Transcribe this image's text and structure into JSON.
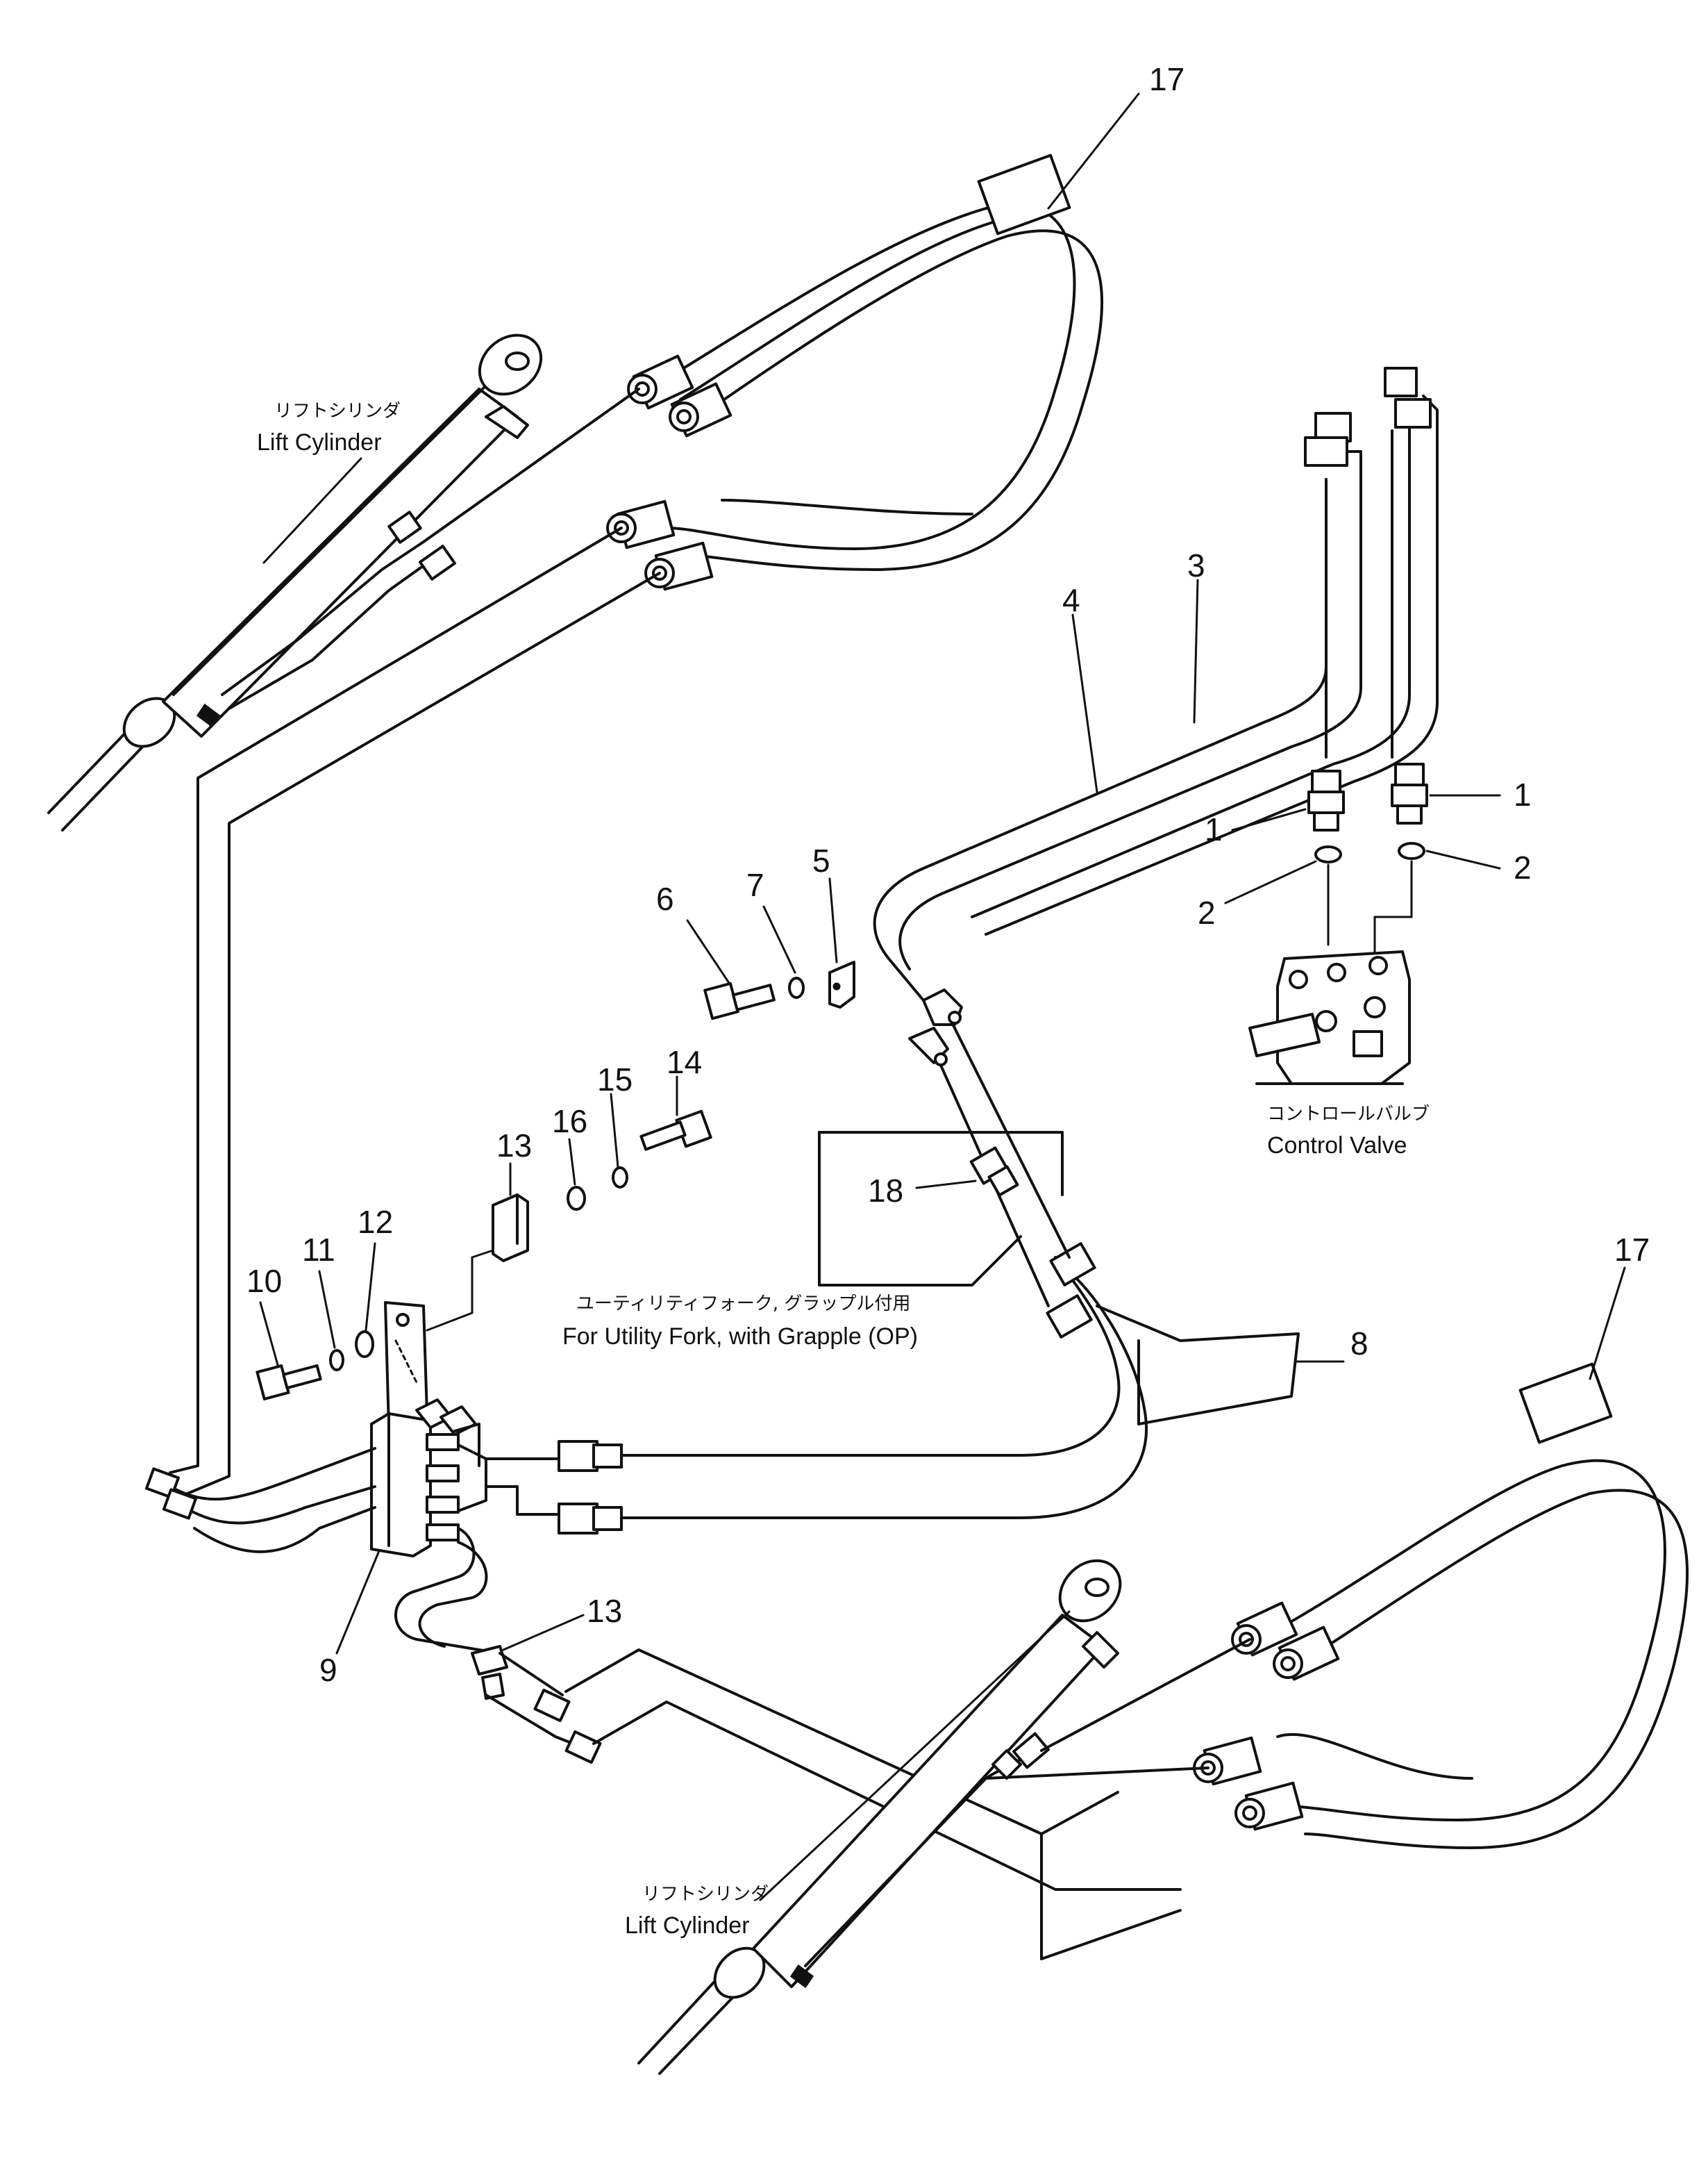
{
  "diagram": {
    "labels": {
      "lift_cylinder_top_jp": "リフトシリンダ",
      "lift_cylinder_top_en": "Lift Cylinder",
      "lift_cylinder_bottom_jp": "リフトシリンダ",
      "lift_cylinder_bottom_en": "Lift Cylinder",
      "control_valve_jp": "コントロールバルブ",
      "control_valve_en": "Control Valve",
      "utility_note_jp": "ユーティリティフォーク, グラップル付用",
      "utility_note_en": "For Utility Fork, with Grapple (OP)"
    },
    "callouts": {
      "c17_top": "17",
      "c17_bottom": "17",
      "c3": "3",
      "c4": "4",
      "c1_right": "1",
      "c1_left": "1",
      "c2_right": "2",
      "c2_left": "2",
      "c5": "5",
      "c6": "6",
      "c7": "7",
      "c8": "8",
      "c9": "9",
      "c10": "10",
      "c11": "11",
      "c12": "12",
      "c13_upper": "13",
      "c13_lower": "13",
      "c14": "14",
      "c15": "15",
      "c16": "16",
      "c18": "18"
    }
  }
}
